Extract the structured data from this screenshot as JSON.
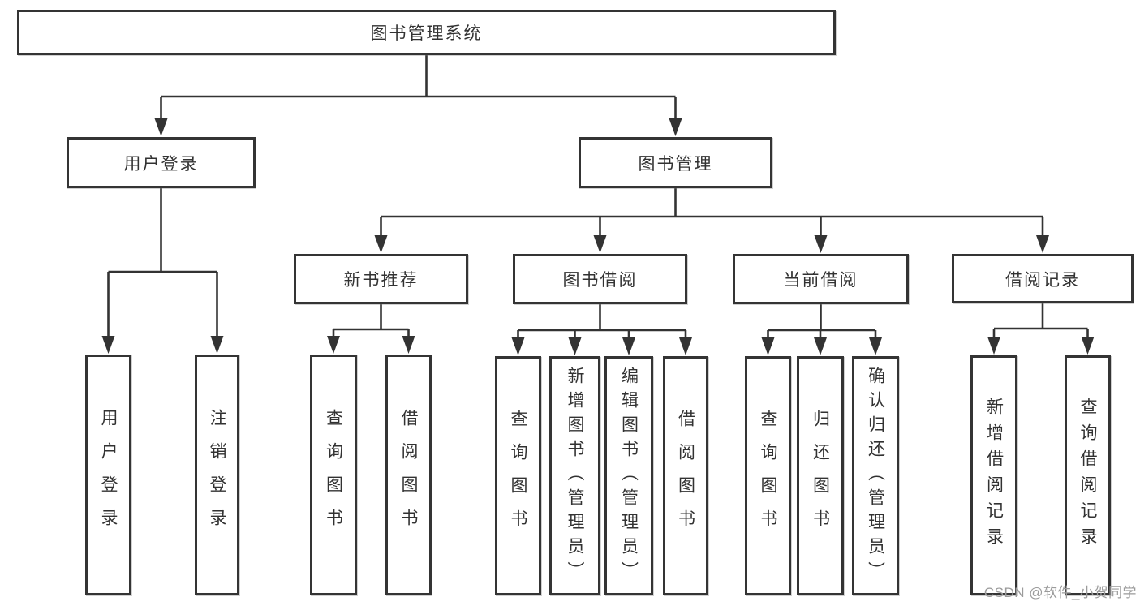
{
  "diagram": {
    "title": "图书管理系统",
    "watermark": "CSDN @软件_小贺同学",
    "colors": {
      "line": "#333333",
      "box_border": "#343434",
      "text": "#323232",
      "background": "#ffffff",
      "watermark": "#9b9b9b"
    },
    "nodes": [
      {
        "id": "root",
        "label": "图书管理系统",
        "orientation": "horizontal"
      },
      {
        "id": "user-login",
        "label": "用户登录",
        "orientation": "horizontal"
      },
      {
        "id": "book-mgmt",
        "label": "图书管理",
        "orientation": "horizontal"
      },
      {
        "id": "new-book-rec",
        "label": "新书推荐",
        "orientation": "horizontal"
      },
      {
        "id": "book-borrow",
        "label": "图书借阅",
        "orientation": "horizontal"
      },
      {
        "id": "current-borrow",
        "label": "当前借阅",
        "orientation": "horizontal"
      },
      {
        "id": "borrow-records",
        "label": "借阅记录",
        "orientation": "horizontal"
      },
      {
        "id": "v-user-login",
        "label": "用户登录",
        "orientation": "vertical"
      },
      {
        "id": "v-logout",
        "label": "注销登录",
        "orientation": "vertical"
      },
      {
        "id": "v-query-book-1",
        "label": "查询图书",
        "orientation": "vertical"
      },
      {
        "id": "v-borrow-book-1",
        "label": "借阅图书",
        "orientation": "vertical"
      },
      {
        "id": "v-query-book-2",
        "label": "查询图书",
        "orientation": "vertical"
      },
      {
        "id": "v-add-book",
        "label": "新增图书（管理员）",
        "orientation": "vertical"
      },
      {
        "id": "v-edit-book",
        "label": "编辑图书（管理员）",
        "orientation": "vertical"
      },
      {
        "id": "v-borrow-book-2",
        "label": "借阅图书",
        "orientation": "vertical"
      },
      {
        "id": "v-query-book-3",
        "label": "查询图书",
        "orientation": "vertical"
      },
      {
        "id": "v-return-book",
        "label": "归还图书",
        "orientation": "vertical"
      },
      {
        "id": "v-confirm-return",
        "label": "确认归还（管理员）",
        "orientation": "vertical"
      },
      {
        "id": "v-add-record",
        "label": "新增借阅记录",
        "orientation": "vertical"
      },
      {
        "id": "v-query-record",
        "label": "查询借阅记录",
        "orientation": "vertical"
      }
    ],
    "edges": [
      {
        "from": "root",
        "to": [
          "user-login",
          "book-mgmt"
        ]
      },
      {
        "from": "user-login",
        "to": [
          "v-user-login",
          "v-logout"
        ]
      },
      {
        "from": "book-mgmt",
        "to": [
          "new-book-rec",
          "book-borrow",
          "current-borrow",
          "borrow-records"
        ]
      },
      {
        "from": "new-book-rec",
        "to": [
          "v-query-book-1",
          "v-borrow-book-1"
        ]
      },
      {
        "from": "book-borrow",
        "to": [
          "v-query-book-2",
          "v-add-book",
          "v-edit-book",
          "v-borrow-book-2"
        ]
      },
      {
        "from": "current-borrow",
        "to": [
          "v-query-book-3",
          "v-return-book",
          "v-confirm-return"
        ]
      },
      {
        "from": "borrow-records",
        "to": [
          "v-add-record",
          "v-query-record"
        ]
      }
    ]
  }
}
